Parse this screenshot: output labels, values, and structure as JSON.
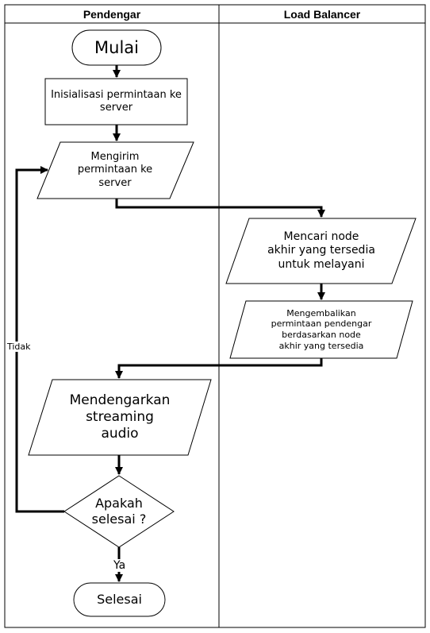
{
  "lanes": {
    "left": "Pendengar",
    "right": "Load Balancer"
  },
  "nodes": {
    "start": "Mulai",
    "init": "Inisialisasi permintaan ke\nserver",
    "send": "Mengirim\npermintaan ke\nserver",
    "find": "Mencari node\nakhir yang tersedia\nuntuk melayani",
    "return": "Mengembalikan\npermintaan pendengar\nberdasarkan node\nakhir yang tersedia",
    "listen": "Mendengarkan\nstreaming\naudio",
    "decision": "Apakah\nselesai ?",
    "end": "Selesai"
  },
  "edges": {
    "no_label": "Tidak",
    "yes_label": "Ya"
  }
}
